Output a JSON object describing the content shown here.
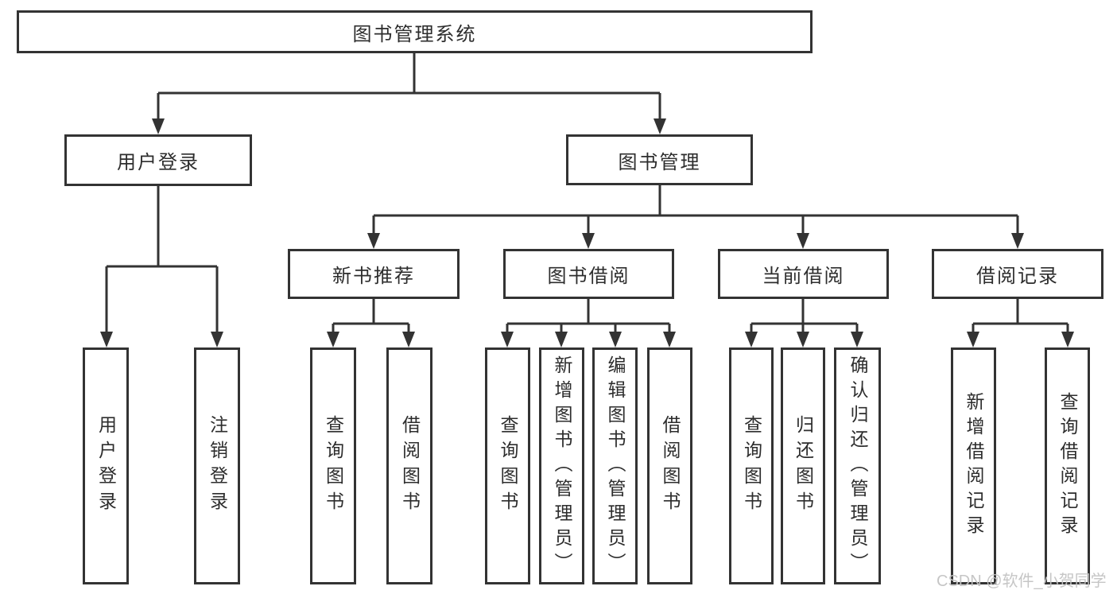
{
  "colors": {
    "line": "#333333",
    "box_border": "#333333",
    "text": "#2d2d2d",
    "watermark": "#c3c3c3",
    "background": "#ffffff"
  },
  "watermark": {
    "text": "CSDN @软件_小贺同学"
  },
  "tree": {
    "root": {
      "label": "图书管理系统",
      "children": [
        {
          "label": "用户登录",
          "children": [
            {
              "label": "用户登录"
            },
            {
              "label": "注销登录"
            }
          ]
        },
        {
          "label": "图书管理",
          "children": [
            {
              "label": "新书推荐",
              "children": [
                {
                  "label": "查询图书"
                },
                {
                  "label": "借阅图书"
                }
              ]
            },
            {
              "label": "图书借阅",
              "children": [
                {
                  "label": "查询图书"
                },
                {
                  "label": "新增图书（管理员）"
                },
                {
                  "label": "编辑图书（管理员）"
                },
                {
                  "label": "借阅图书"
                }
              ]
            },
            {
              "label": "当前借阅",
              "children": [
                {
                  "label": "查询图书"
                },
                {
                  "label": "归还图书"
                },
                {
                  "label": "确认归还（管理员）"
                }
              ]
            },
            {
              "label": "借阅记录",
              "children": [
                {
                  "label": "新增借阅记录"
                },
                {
                  "label": "查询借阅记录"
                }
              ]
            }
          ]
        }
      ]
    }
  }
}
